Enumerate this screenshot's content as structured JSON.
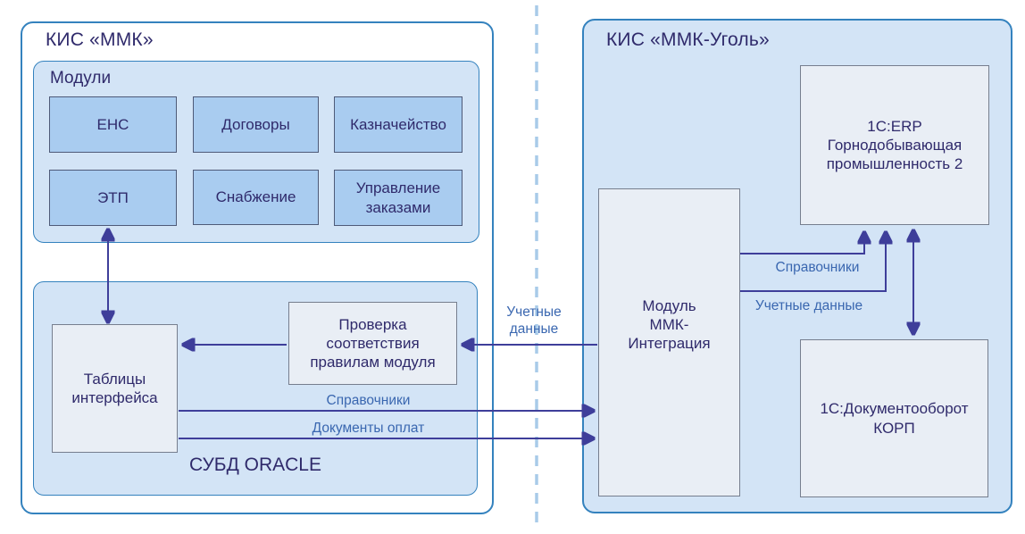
{
  "left_system": {
    "title": "КИС «ММК»",
    "modules_panel": {
      "title": "Модули",
      "modules": [
        "ЕНС",
        "Договоры",
        "Казначейство",
        "ЭТП",
        "Снабжение",
        "Управление\nзаказами"
      ]
    },
    "dbms_panel": {
      "title": "СУБД ORACLE",
      "interface_tables": "Таблицы\nинтерфейса",
      "rules_check": "Проверка\nсоответствия\nправилам модуля"
    }
  },
  "right_system": {
    "title": "КИС «ММК-Уголь»",
    "integration_module": "Модуль\nММК-\nИнтеграция",
    "erp_box": "1С:ERP\nГорнодобывающая\nпромышленность 2",
    "docflow_box": "1С:Документооборот\nКОРП"
  },
  "flow_labels": {
    "credentials_to_check": "Учетные\nданные",
    "directories_to_integration": "Справочники",
    "payment_docs_to_integration": "Документы оплат",
    "directories_to_erp": "Справочники",
    "credentials_to_erp": "Учетные данные"
  },
  "colors": {
    "panel_fill": "#d3e4f6",
    "module_fill": "#a9ccf0",
    "gray_fill": "#e9eef5",
    "border_blue": "#3482be",
    "module_border": "#4e5a78",
    "gray_border": "#767e8e",
    "arrow": "#3e3e9a",
    "text_navy": "#2f2a6b",
    "label_blue": "#3a67b0",
    "dashed": "#a9cbe9",
    "page_bg": "#ffffff"
  }
}
